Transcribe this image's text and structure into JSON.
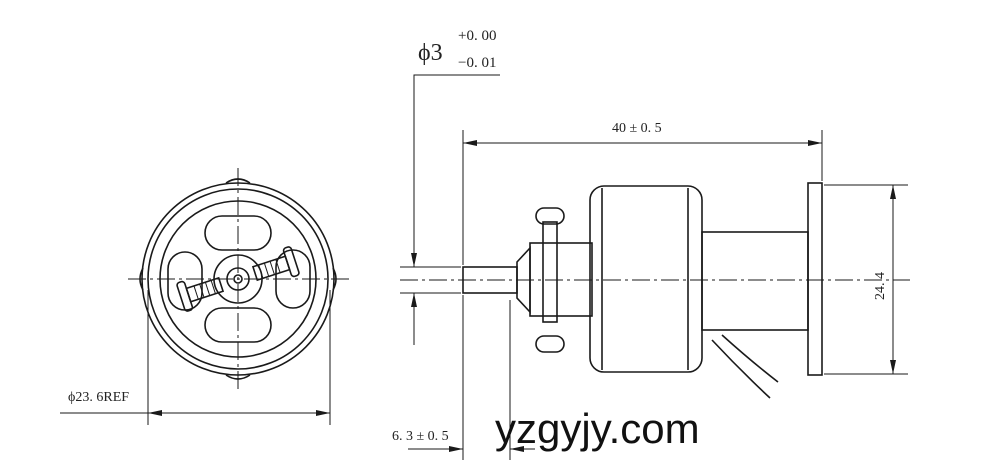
{
  "dimensions": {
    "shaft_diameter": "ϕ3",
    "shaft_tol_upper": "+0. 00",
    "shaft_tol_lower": "−0. 01",
    "length": "40 ± 0. 5",
    "height": "24. 4",
    "outer_diameter": "ϕ23. 6REF",
    "shaft_length": "6. 3 ± 0. 5"
  },
  "watermark": "yzgyjy.com"
}
